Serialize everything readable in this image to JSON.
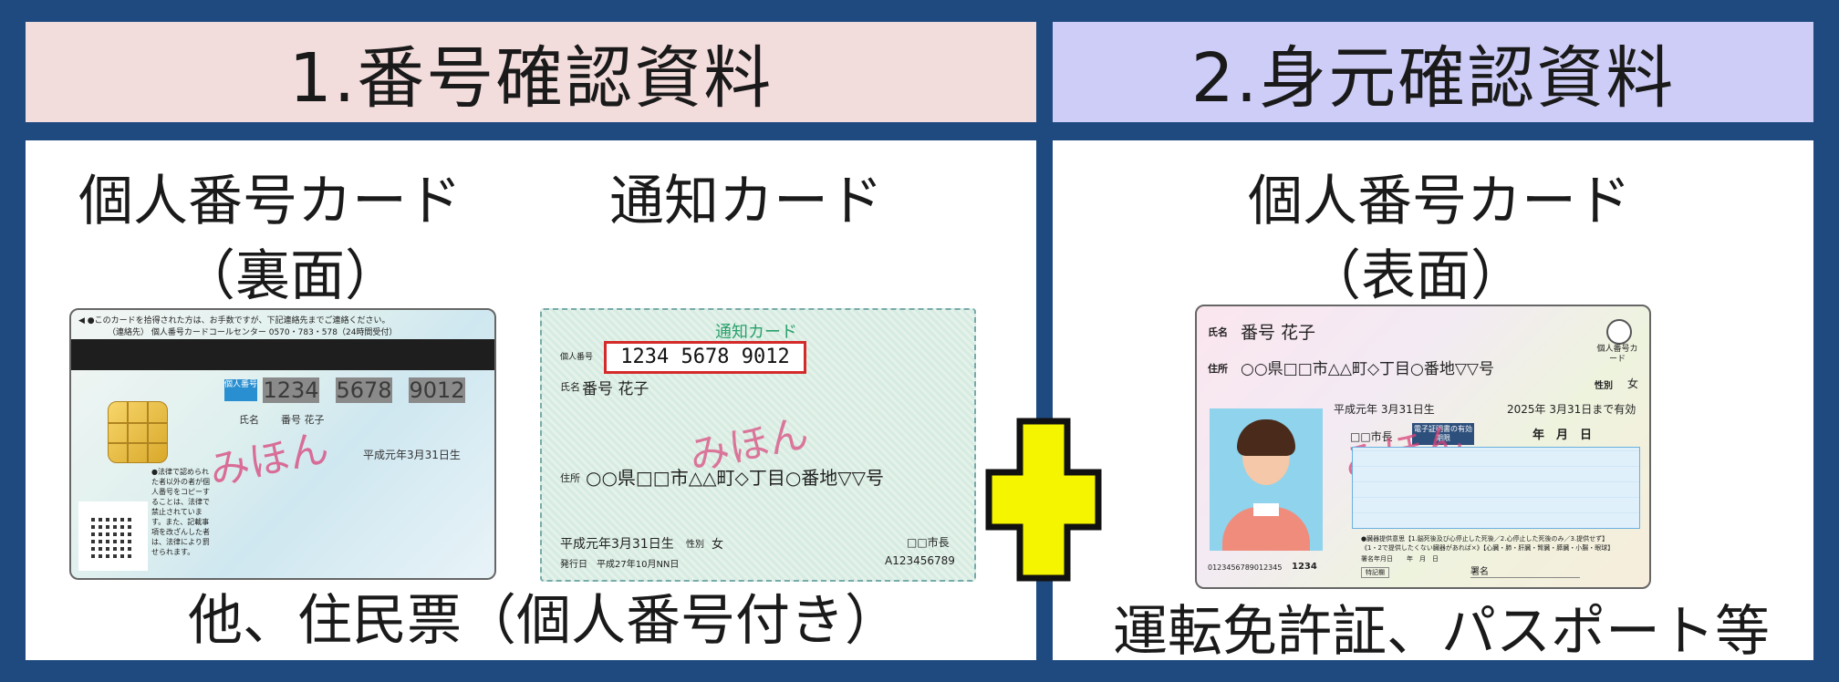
{
  "left": {
    "header": "1.番号確認資料",
    "card1_label_line1": "個人番号カード",
    "card1_label_line2": "（裏面）",
    "card2_label": "通知カード",
    "footer": "他、住民票（個人番号付き）",
    "back_card": {
      "notice_line1": "◀ ●このカードを拾得された方は、お手数ですが、下記連絡先までご連絡ください。",
      "notice_line2": "（連絡先） 個人番号カードコールセンター 0570・783・578（24時間受付）",
      "number_tag": "個人番号",
      "number_parts": [
        "1234",
        "5678",
        "9012"
      ],
      "name_label": "氏名",
      "name_value": "番号 花子",
      "birth": "平成元年3月31日生",
      "sample": "みほん",
      "legal_text": "●法律で認められた者以外の者が個人番号をコピーすることは、法律で禁止されています。また、記載事項を改ざんした者は、法律により罰せられます。"
    },
    "notice_card": {
      "title": "通知カード",
      "number_label": "個人番号",
      "number": "1234 5678 9012",
      "name_label": "氏名",
      "name_value": "番号 花子",
      "address_label": "住所",
      "address": "○○県□□市△△町◇丁目○番地▽▽号",
      "sample": "みほん",
      "birth": "平成元年3月31日生",
      "sex_label": "性別",
      "sex": "女",
      "mayor": "□□市長",
      "issued_label": "発行日",
      "issued": "平成27年10月NN日",
      "serial": "A123456789"
    }
  },
  "right": {
    "header": "2.身元確認資料",
    "card_label_line1": "個人番号カード",
    "card_label_line2": "（表面）",
    "footer": "運転免許証、パスポート等",
    "front_card": {
      "name_label": "氏名",
      "name_value": "番号 花子",
      "address_label": "住所",
      "address": "○○県□□市△△町◇丁目○番地▽▽号",
      "sex_label": "性別",
      "sex": "女",
      "birth": "平成元年 3月31日生",
      "expiry": "2025年 3月31日まで有効",
      "mayor": "□□市長",
      "cert_label": "電子証明書の有効期限",
      "date_fields": "年　月　日",
      "logo_text": "個人番号カード",
      "sample": "みほん",
      "organ_line1": "●臓器提供意思【1.脳死後及び心停止した死後／2.心停止した死後のみ／3.提供せず】",
      "organ_line2": "《1・2で提供したくない臓器があれば×》【心臓・肺・肝臓・腎臓・膵臓・小腸・眼球】",
      "sign_date": "署名年月日",
      "date_small": "年　月　日",
      "special": "特記欄",
      "sign": "署名",
      "serial": "0123456789012345",
      "code": "1234"
    }
  },
  "colors": {
    "frame": "#1f4a80",
    "left_header_bg": "#f3dcdc",
    "right_header_bg": "#cdcdf7",
    "plus_fill": "#f5f500",
    "highlight_box": "#d42a2a",
    "sample_text": "#d9437a"
  },
  "icons": [
    "ic-chip-icon",
    "qr-code-icon",
    "portrait-photo-icon",
    "mascot-logo-icon",
    "plus-icon"
  ]
}
